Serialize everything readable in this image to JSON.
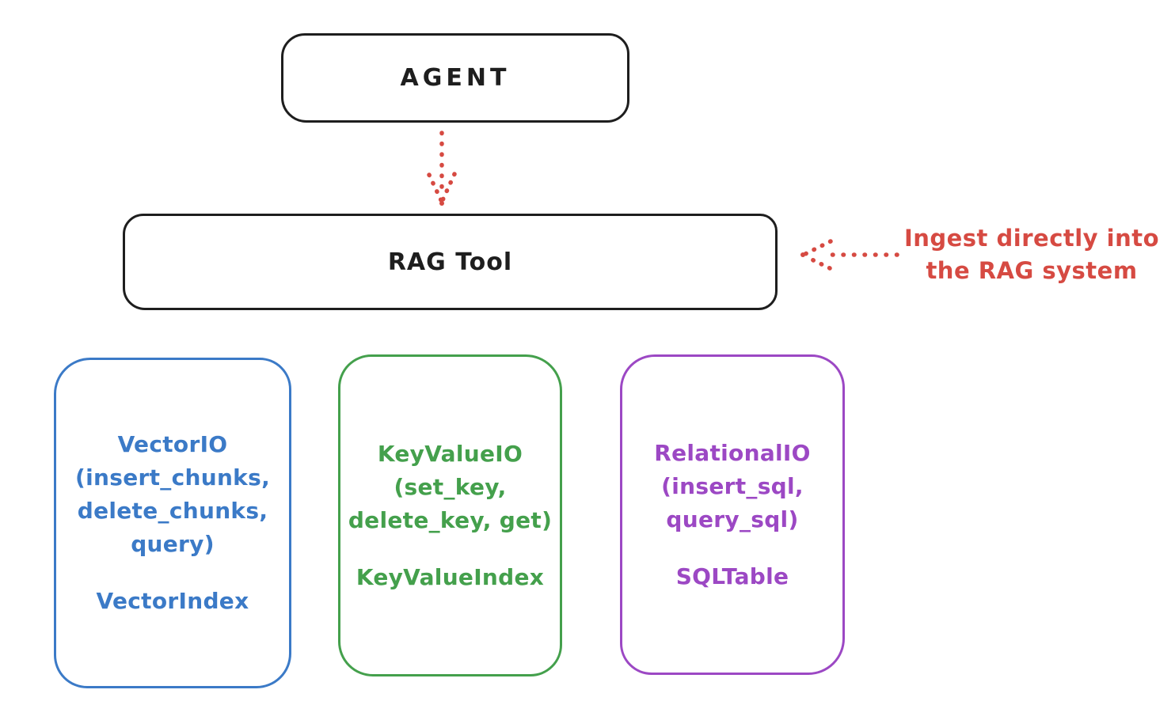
{
  "colors": {
    "ink": "#1e1e1e",
    "red": "#d64a42",
    "blue": "#3b7ac7",
    "green": "#44a04c",
    "purple": "#9c48c4",
    "background": "#ffffff"
  },
  "nodes": {
    "agent": {
      "label": "AGENT"
    },
    "rag_tool": {
      "label": "RAG Tool"
    }
  },
  "annotation": {
    "text": "Ingest directly into\nthe RAG system"
  },
  "arrows": [
    {
      "id": "agent-to-rag-tool",
      "from": "AGENT",
      "to": "RAG Tool",
      "style": "dotted",
      "color": "#d64a42"
    },
    {
      "id": "ingest-into-rag",
      "from": "Ingest directly into the RAG system",
      "to": "RAG Tool",
      "style": "dotted",
      "color": "#d64a42"
    }
  ],
  "stores": [
    {
      "id": "vector-io",
      "color": "#3b7ac7",
      "interface_text": "VectorIO\n(insert_chunks,\ndelete_chunks,\nquery)",
      "index_text": "VectorIndex"
    },
    {
      "id": "key-value-io",
      "color": "#44a04c",
      "interface_text": "KeyValueIO\n(set_key,\ndelete_key, get)",
      "index_text": "KeyValueIndex"
    },
    {
      "id": "relational-io",
      "color": "#9c48c4",
      "interface_text": "RelationalIO\n(insert_sql,\nquery_sql)",
      "index_text": "SQLTable"
    }
  ]
}
